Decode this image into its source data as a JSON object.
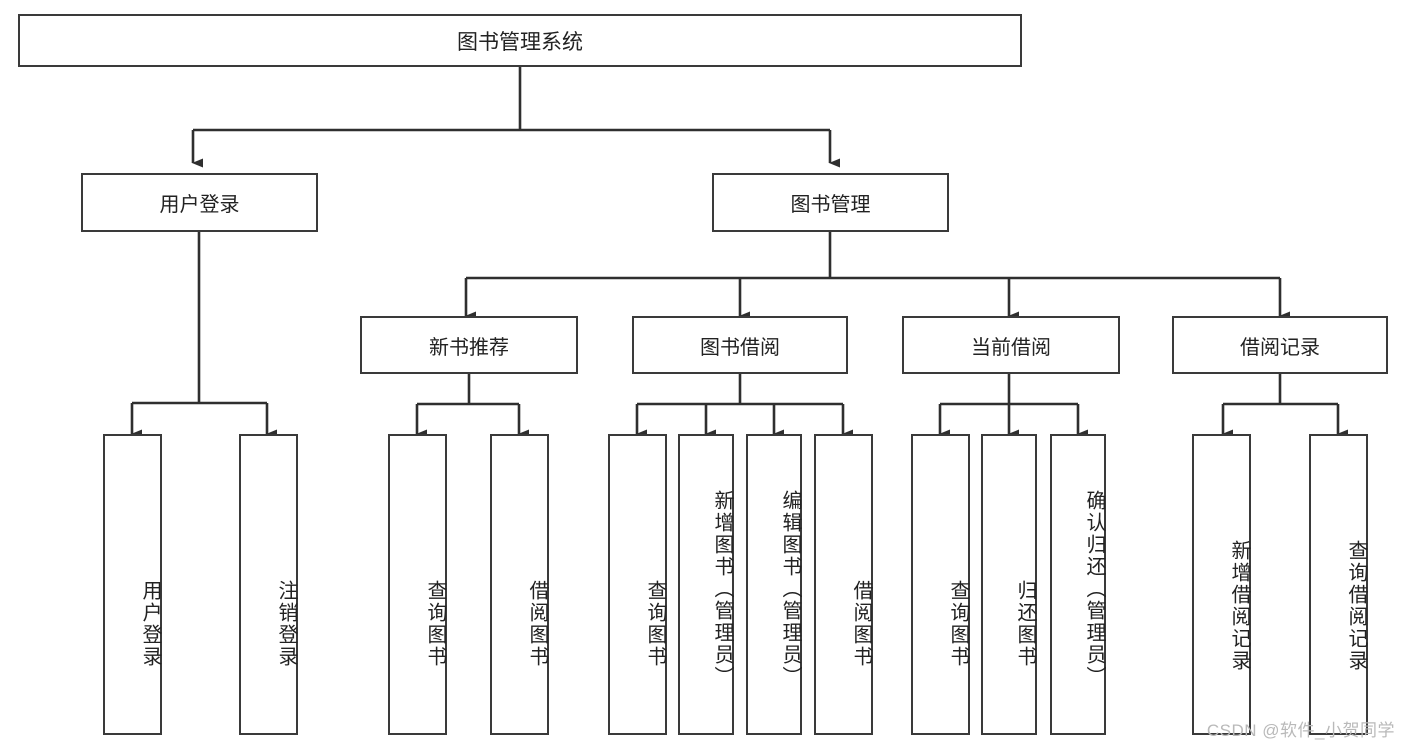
{
  "diagram": {
    "title": "图书管理系统",
    "type": "tree-hierarchy",
    "root": {
      "label": "图书管理系统"
    },
    "level1": [
      {
        "id": "user-login",
        "label": "用户登录"
      },
      {
        "id": "book-management",
        "label": "图书管理"
      }
    ],
    "level2": [
      {
        "id": "new-book-recommend",
        "label": "新书推荐",
        "parent": "book-management"
      },
      {
        "id": "book-borrow",
        "label": "图书借阅",
        "parent": "book-management"
      },
      {
        "id": "current-borrow",
        "label": "当前借阅",
        "parent": "book-management"
      },
      {
        "id": "borrow-record",
        "label": "借阅记录",
        "parent": "book-management"
      }
    ],
    "leaves": {
      "user_login": [
        {
          "id": "leaf-user-login",
          "label": "用户登录"
        },
        {
          "id": "leaf-logout",
          "label": "注销登录"
        }
      ],
      "new_book_recommend": [
        {
          "id": "leaf-query-book-1",
          "label": "查询图书"
        },
        {
          "id": "leaf-borrow-book-1",
          "label": "借阅图书"
        }
      ],
      "book_borrow": [
        {
          "id": "leaf-query-book-2",
          "label": "查询图书"
        },
        {
          "id": "leaf-add-book",
          "label": "新增图书（管理员）"
        },
        {
          "id": "leaf-edit-book",
          "label": "编辑图书（管理员）"
        },
        {
          "id": "leaf-borrow-book-2",
          "label": "借阅图书"
        }
      ],
      "current_borrow": [
        {
          "id": "leaf-query-book-3",
          "label": "查询图书"
        },
        {
          "id": "leaf-return-book",
          "label": "归还图书"
        },
        {
          "id": "leaf-confirm-return",
          "label": "确认归还（管理员）"
        }
      ],
      "borrow_record": [
        {
          "id": "leaf-add-record",
          "label": "新增借阅记录"
        },
        {
          "id": "leaf-query-record",
          "label": "查询借阅记录"
        }
      ]
    }
  },
  "watermark": {
    "text": "CSDN @软件_小贺同学"
  },
  "colors": {
    "box_border": "#3a3a3a",
    "connector": "#2f2f2f",
    "text": "#222222",
    "background": "#ffffff",
    "watermark": "#b9b9b9"
  }
}
